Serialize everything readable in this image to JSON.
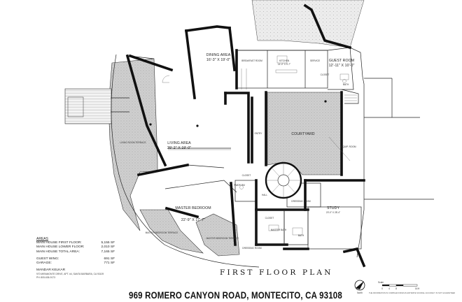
{
  "plan_title": "FIRST FLOOR PLAN",
  "address": "969 ROMERO CANYON ROAD, MONTECITO, CA 93108",
  "rooms": {
    "dining": {
      "name": "DINING AREA",
      "dims": "16'-3\" X 19'-0\""
    },
    "breakfast": {
      "name": "BREAKFAST ROOM"
    },
    "kitchen": {
      "name": "KITCHEN",
      "dims": "14'-0\" X 9'-7\""
    },
    "service": {
      "name": "SERVICE"
    },
    "guest": {
      "name": "GUEST ROOM",
      "dims": "12'-11\" X 10'-0\""
    },
    "bath_guest": {
      "name": "BATH"
    },
    "closet_guest": {
      "name": "CLOSET"
    },
    "living": {
      "name": "LIVING AREA",
      "dims": "39'-2\" X 19'-0\""
    },
    "entry": {
      "name": "ENTRY"
    },
    "courtyard": {
      "name": "COURTYARD"
    },
    "equip": {
      "name": "EQUIP. ROOM"
    },
    "living_terrace": {
      "name": "LIVING ROOM TERRACE"
    },
    "closet_hall": {
      "name": "CLOSET"
    },
    "pwdr": {
      "name": "PWDR RM"
    },
    "hall": {
      "name": "HALL"
    },
    "dressing_1": {
      "name": "DRESSING ROOM"
    },
    "study": {
      "name": "STUDY",
      "dims": "20'-0\" X 28'-4\""
    },
    "master": {
      "name": "MASTER BEDROOM",
      "dims": "22'-9\" X 17'-7\""
    },
    "master_terrace_1": {
      "name": "MASTER BEDROOM TERRACE"
    },
    "master_terrace_2": {
      "name": "MASTER BEDROOM TERRACE"
    },
    "master_bath": {
      "name": "MASTER BATH"
    },
    "closet_master": {
      "name": "CLOSET"
    },
    "bath_study": {
      "name": "BATH"
    },
    "dressing_2": {
      "name": "DRESSING ROOM"
    }
  },
  "areas": {
    "heading": "AREAS",
    "rows": [
      {
        "label": "MAIN HOUSE FIRST FLOOR:",
        "value": "5,155 SF"
      },
      {
        "label": "MAIN HOUSE LOWER FLOOR:",
        "value": "2,010 SF"
      },
      {
        "label": "MAIN HOUSE TOTAL AREA:",
        "value": "7,165 SF"
      }
    ],
    "rows2": [
      {
        "label": "GUEST WING:",
        "value": "691 SF"
      },
      {
        "label": "GARAGE:",
        "value": "771 SF"
      }
    ],
    "owner": "MANDAR KELKAR",
    "owner_address": "970 MIRAMONTE DRIVE, APT. #4, SANTA BARBARA, CA 93109",
    "owner_phone": "PH: 805-636-9173"
  },
  "north_label": "North",
  "scale": {
    "label": "Scale",
    "ticks": [
      "0",
      "4",
      "8",
      "16 ft"
    ]
  },
  "disclaimer": "THE INFORMATION IN COMPILED FROM AN ESTIMATE SOURCE. ACCURACY IS NOT GUARANTEED"
}
